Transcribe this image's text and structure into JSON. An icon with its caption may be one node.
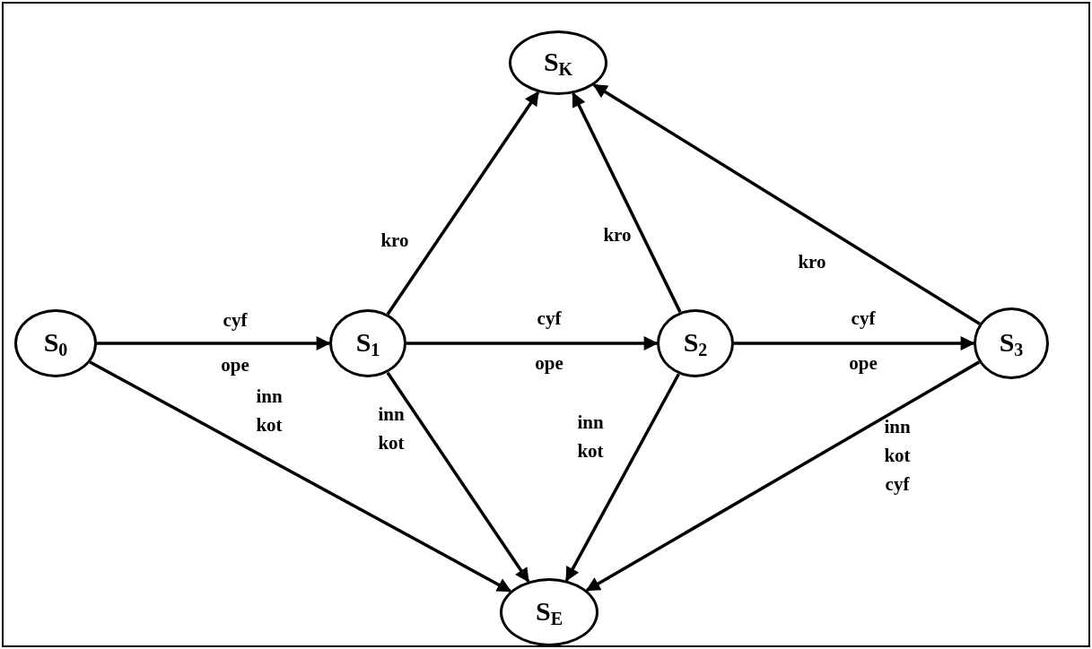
{
  "diagram": {
    "nodes": [
      {
        "text": [
          "S$_{K}$"
        ]
      },
      {
        "text": [
          "S$_{0}$"
        ]
      },
      {
        "text": [
          "S$_{1}$"
        ]
      },
      {
        "text": [
          "S$_{2}$"
        ]
      },
      {
        "text": [
          "S$_{3}$"
        ]
      },
      {
        "text": [
          "S$_{E}$"
        ]
      }
    ],
    "edges": [
      {
        "from": 1,
        "to": 2,
        "arrow": "to",
        "label": "cyf ope"
      },
      {
        "from": 2,
        "to": 3,
        "arrow": "to",
        "label": "cyf ope"
      },
      {
        "from": 3,
        "to": 4,
        "arrow": "to",
        "label": "cyf ope"
      },
      {
        "from": 2,
        "to": 0,
        "arrow": "to",
        "label": "kro"
      },
      {
        "from": 3,
        "to": 0,
        "arrow": "to",
        "label": "kro"
      },
      {
        "from": 4,
        "to": 0,
        "arrow": "to",
        "label": "kro"
      },
      {
        "from": 1,
        "to": 5,
        "arrow": "to",
        "label": "inn kot"
      },
      {
        "from": 2,
        "to": 5,
        "arrow": "to",
        "label": "inn kot"
      },
      {
        "from": 3,
        "to": 5,
        "arrow": "to",
        "label": "inn kot"
      },
      {
        "from": 4,
        "to": 5,
        "arrow": "to",
        "label": "inn kot cyf"
      }
    ]
  }
}
